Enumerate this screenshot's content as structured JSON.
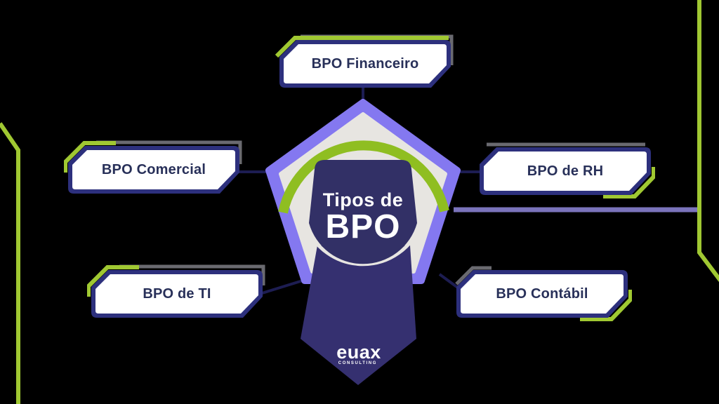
{
  "diagram": {
    "center": {
      "title_line1": "Tipos de",
      "title_line2": "BPO",
      "logo_text": "euax",
      "logo_subtext": "CONSULTING"
    },
    "nodes": [
      {
        "id": "bpo-financeiro",
        "label": "BPO Financeiro",
        "position": "top"
      },
      {
        "id": "bpo-comercial",
        "label": "BPO Comercial",
        "position": "left"
      },
      {
        "id": "bpo-rh",
        "label": "BPO de RH",
        "position": "right"
      },
      {
        "id": "bpo-ti",
        "label": "BPO de TI",
        "position": "bottom-left"
      },
      {
        "id": "bpo-contabil",
        "label": "BPO Contábil",
        "position": "bottom-right"
      }
    ],
    "colors": {
      "background": "#000000",
      "accent_green": "#a0c832",
      "ribbon_green": "#8fbe21",
      "pentagon_border": "#8478f0",
      "pentagon_fill": "#e7e5e1",
      "badge_navy": "#353070",
      "box_border": "#2d307d",
      "box_text": "#283059",
      "connector": "#1d1d52",
      "purple_line": "#7b74bc"
    }
  }
}
